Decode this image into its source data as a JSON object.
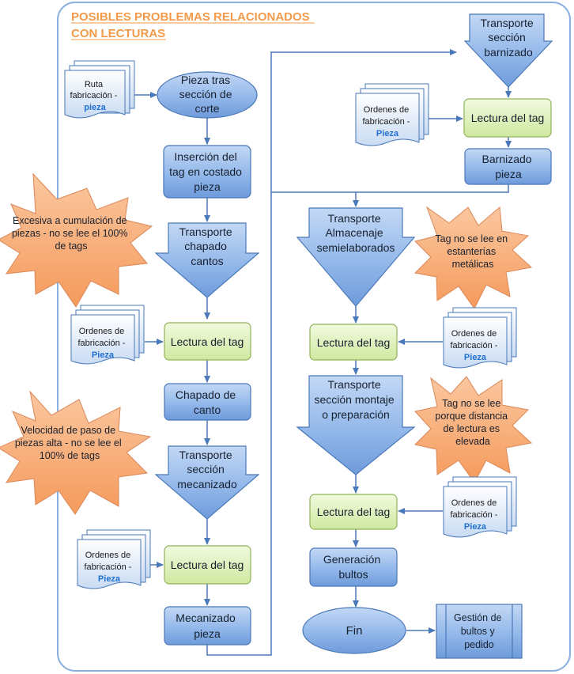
{
  "title": [
    "POSIBLES PROBLEMAS RELACIONADOS",
    "CON LECTURAS"
  ],
  "colors": {
    "accent_title": "#f39a4a",
    "process_fill": "#8fb4e8",
    "process_stroke": "#4a78b8",
    "reading_fill": "#dcf0b4",
    "reading_stroke": "#8fb35a",
    "burst_fill": "#f9b07a",
    "frame_stroke": "#8ab0e0"
  },
  "nodes": {
    "pieza_tras": [
      "Pieza  tras",
      "sección de",
      "corte"
    ],
    "insercion": [
      "Inserción del",
      "tag en costado",
      "pieza"
    ],
    "transporte_chapado": [
      "Transporte",
      "chapado",
      "cantos"
    ],
    "lectura1": [
      "Lectura del tag"
    ],
    "chapado_canto": [
      "Chapado de",
      "canto"
    ],
    "transporte_mecanizado": [
      "Transporte",
      "sección",
      "mecanizado"
    ],
    "lectura2": [
      "Lectura del tag"
    ],
    "mecanizado": [
      "Mecanizado",
      "pieza"
    ],
    "transporte_barnizado": [
      "Transporte",
      "sección",
      "barnizado"
    ],
    "lectura3": [
      "Lectura del tag"
    ],
    "barnizado": [
      "Barnizado",
      "pieza"
    ],
    "transporte_almacenaje": [
      "Transporte",
      "Almacenaje",
      "semielaborados"
    ],
    "lectura4": [
      "Lectura del tag"
    ],
    "transporte_montaje": [
      "Transporte",
      "sección montaje",
      "o preparación"
    ],
    "lectura5": [
      "Lectura del tag"
    ],
    "generacion": [
      "Generación",
      "bultos"
    ],
    "fin": [
      "Fin"
    ],
    "gestion": [
      "Gestión de",
      "bultos  y",
      "pedido"
    ]
  },
  "documents": {
    "ruta": [
      "Ruta",
      "fabricación -",
      "pieza"
    ],
    "ordenes": [
      "Ordenes de",
      "fabricación -",
      "Pieza"
    ]
  },
  "problems": {
    "excesiva": [
      "Excesiva a cumulación  de",
      "piezas  - no se lee el 100%",
      "de tags"
    ],
    "velocidad": [
      "Velocidad de paso de",
      "piezas alta - no se lee el",
      "100% de tags"
    ],
    "estanterias": [
      "Tag no se lee  en",
      "estanterías",
      "metálicas"
    ],
    "distancia": [
      "Tag no se lee",
      "porque distancia",
      "de lectura  es",
      "elevada"
    ]
  }
}
